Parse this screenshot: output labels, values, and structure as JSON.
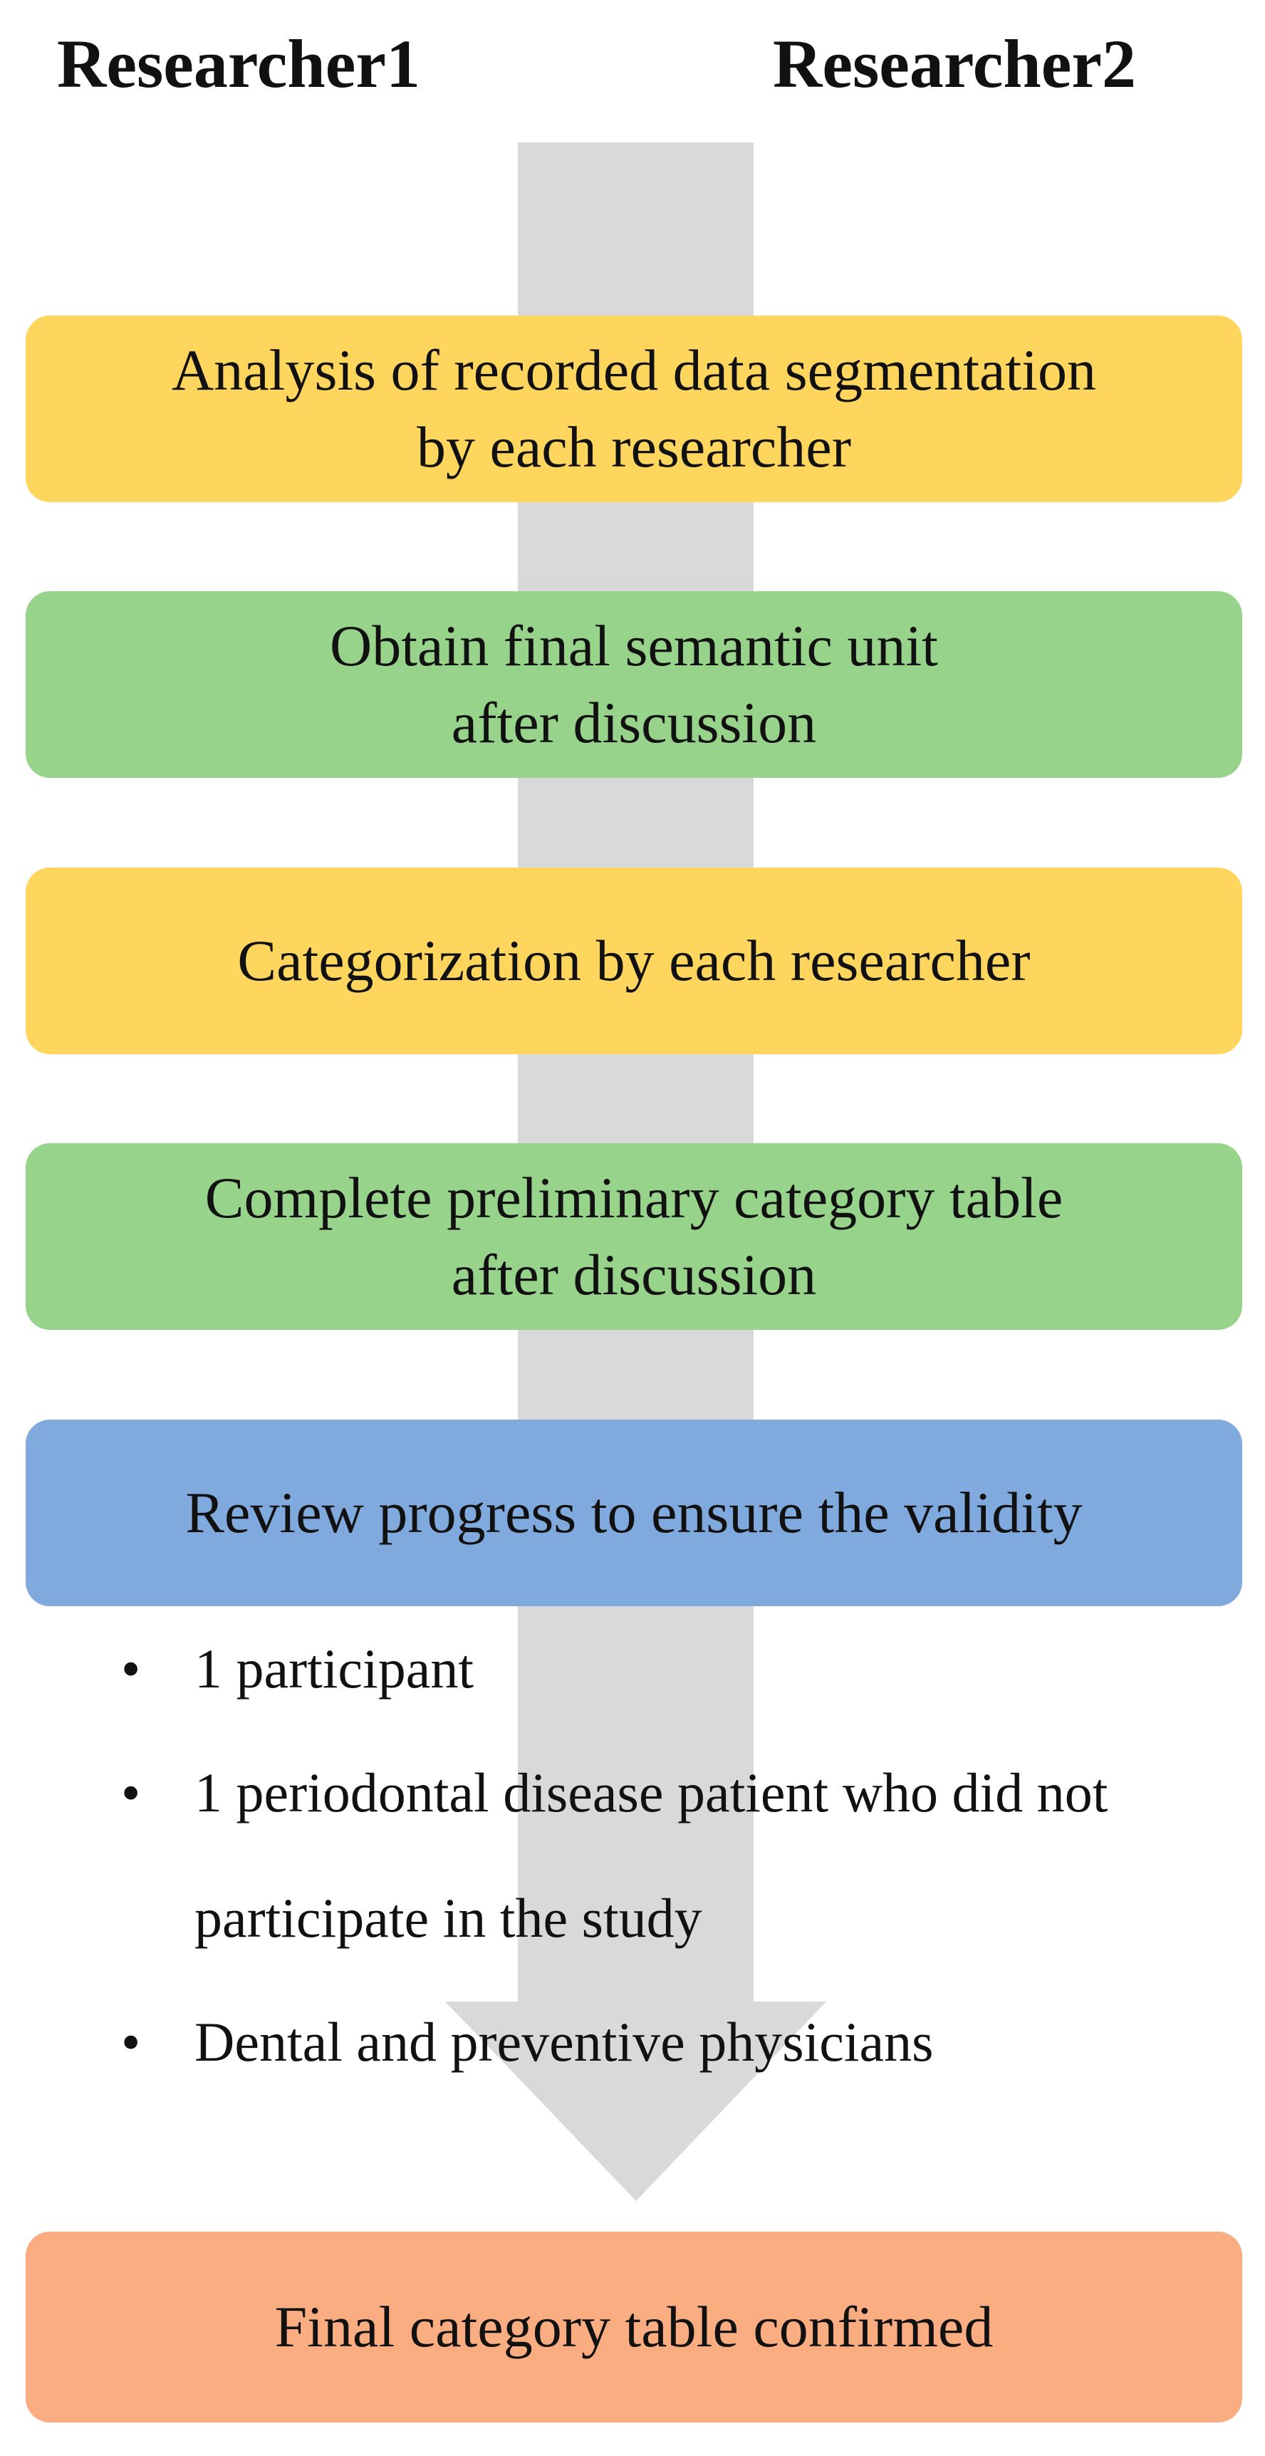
{
  "headers": {
    "left": "Researcher1",
    "right": "Researcher2"
  },
  "steps": [
    {
      "lines": [
        "Analysis of recorded data segmentation",
        "by each researcher"
      ],
      "color": "#fed65d"
    },
    {
      "lines": [
        "Obtain final semantic unit",
        "after discussion"
      ],
      "color": "#98d38b"
    },
    {
      "lines": [
        "Categorization by each researcher"
      ],
      "color": "#fed65d"
    },
    {
      "lines": [
        "Complete preliminary category table",
        "after discussion"
      ],
      "color": "#98d38b"
    },
    {
      "lines": [
        "Review progress to ensure the validity"
      ],
      "color": "#80aadd"
    },
    {
      "lines": [
        "Final category table confirmed"
      ],
      "color": "#fbad82"
    }
  ],
  "reviewers": [
    "1 participant",
    "1 periodontal disease patient who did not participate in the study",
    "Dental and preventive physicians"
  ],
  "arrow_color": "#d9d9d9"
}
